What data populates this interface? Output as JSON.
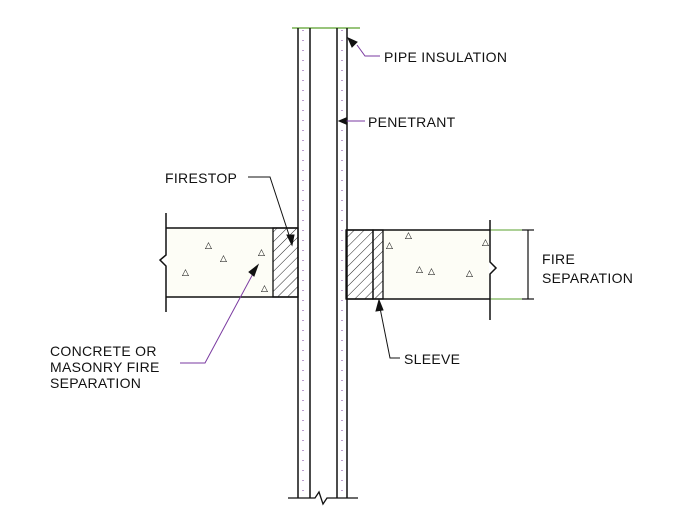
{
  "labels": {
    "pipe_insulation": "PIPE INSULATION",
    "penetrant": "PENETRANT",
    "firestop": "FIRESTOP",
    "fire_separation_1": "FIRE",
    "fire_separation_2": "SEPARATION",
    "concrete_1": "CONCRETE OR",
    "concrete_2": "MASONRY FIRE",
    "concrete_3": "SEPARATION",
    "sleeve": "SLEEVE"
  },
  "colors": {
    "line": "#111111",
    "leader": "#7a3aa0",
    "edge": "#5aa02c"
  }
}
